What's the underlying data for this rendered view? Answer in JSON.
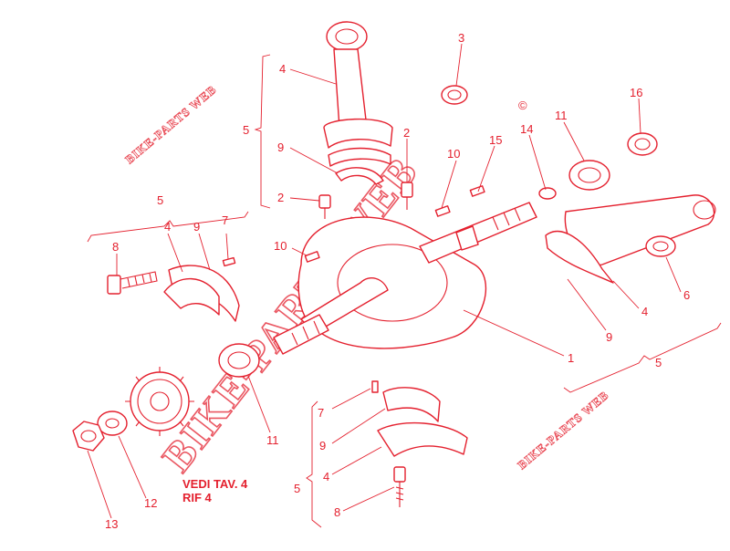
{
  "diagram": {
    "callouts": [
      {
        "id": "c4-top",
        "text": "4"
      },
      {
        "id": "c5-top",
        "text": "5"
      },
      {
        "id": "c9-top",
        "text": "9"
      },
      {
        "id": "c2-left",
        "text": "2"
      },
      {
        "id": "c2-right",
        "text": "2"
      },
      {
        "id": "c3",
        "text": "3"
      },
      {
        "id": "c10-right",
        "text": "10"
      },
      {
        "id": "c15",
        "text": "15"
      },
      {
        "id": "c14",
        "text": "14"
      },
      {
        "id": "c11-right",
        "text": "11"
      },
      {
        "id": "c16",
        "text": "16"
      },
      {
        "id": "c5-left",
        "text": "5"
      },
      {
        "id": "c4-left",
        "text": "4"
      },
      {
        "id": "c9-left",
        "text": "9"
      },
      {
        "id": "c7-left",
        "text": "7"
      },
      {
        "id": "c8-left",
        "text": "8"
      },
      {
        "id": "c10-left",
        "text": "10"
      },
      {
        "id": "c6",
        "text": "6"
      },
      {
        "id": "c4-right",
        "text": "4"
      },
      {
        "id": "c9-right",
        "text": "9"
      },
      {
        "id": "c1",
        "text": "1"
      },
      {
        "id": "c5-right",
        "text": "5"
      },
      {
        "id": "c11-left",
        "text": "11"
      },
      {
        "id": "c7-bottom",
        "text": "7"
      },
      {
        "id": "c9-bottom",
        "text": "9"
      },
      {
        "id": "c4-bottom",
        "text": "4"
      },
      {
        "id": "c5-bottom",
        "text": "5"
      },
      {
        "id": "c8-bottom",
        "text": "8"
      },
      {
        "id": "c12",
        "text": "12"
      },
      {
        "id": "c13",
        "text": "13"
      }
    ],
    "reference_note": {
      "line1": "VEDI TAV. 4",
      "line2": "RIF 4"
    }
  },
  "watermarks": {
    "large": "BIKE-PARTS WEB",
    "copyright": "©",
    "small": "BIKE-PARTS WEB"
  },
  "colors": {
    "line": "#e4202e",
    "background": "#ffffff"
  }
}
